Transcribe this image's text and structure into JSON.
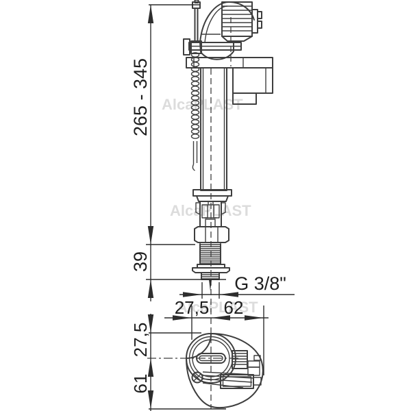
{
  "drawing": {
    "watermark": "AlcaPLAST",
    "dim_height_range": "265 - 345",
    "dim_shank_height": "39",
    "dim_thread": "G 3/8\"",
    "dim_bottom_left_offset": "27,5",
    "dim_bottom_right_offset": "62",
    "dim_top_offset": "27,5",
    "dim_bottom_height": "61",
    "colors": {
      "line": "#3e3e3e",
      "dimension": "#2d2d2d",
      "text": "#1e1e1e",
      "watermark": "#dcdcdc",
      "background": "#ffffff"
    }
  }
}
